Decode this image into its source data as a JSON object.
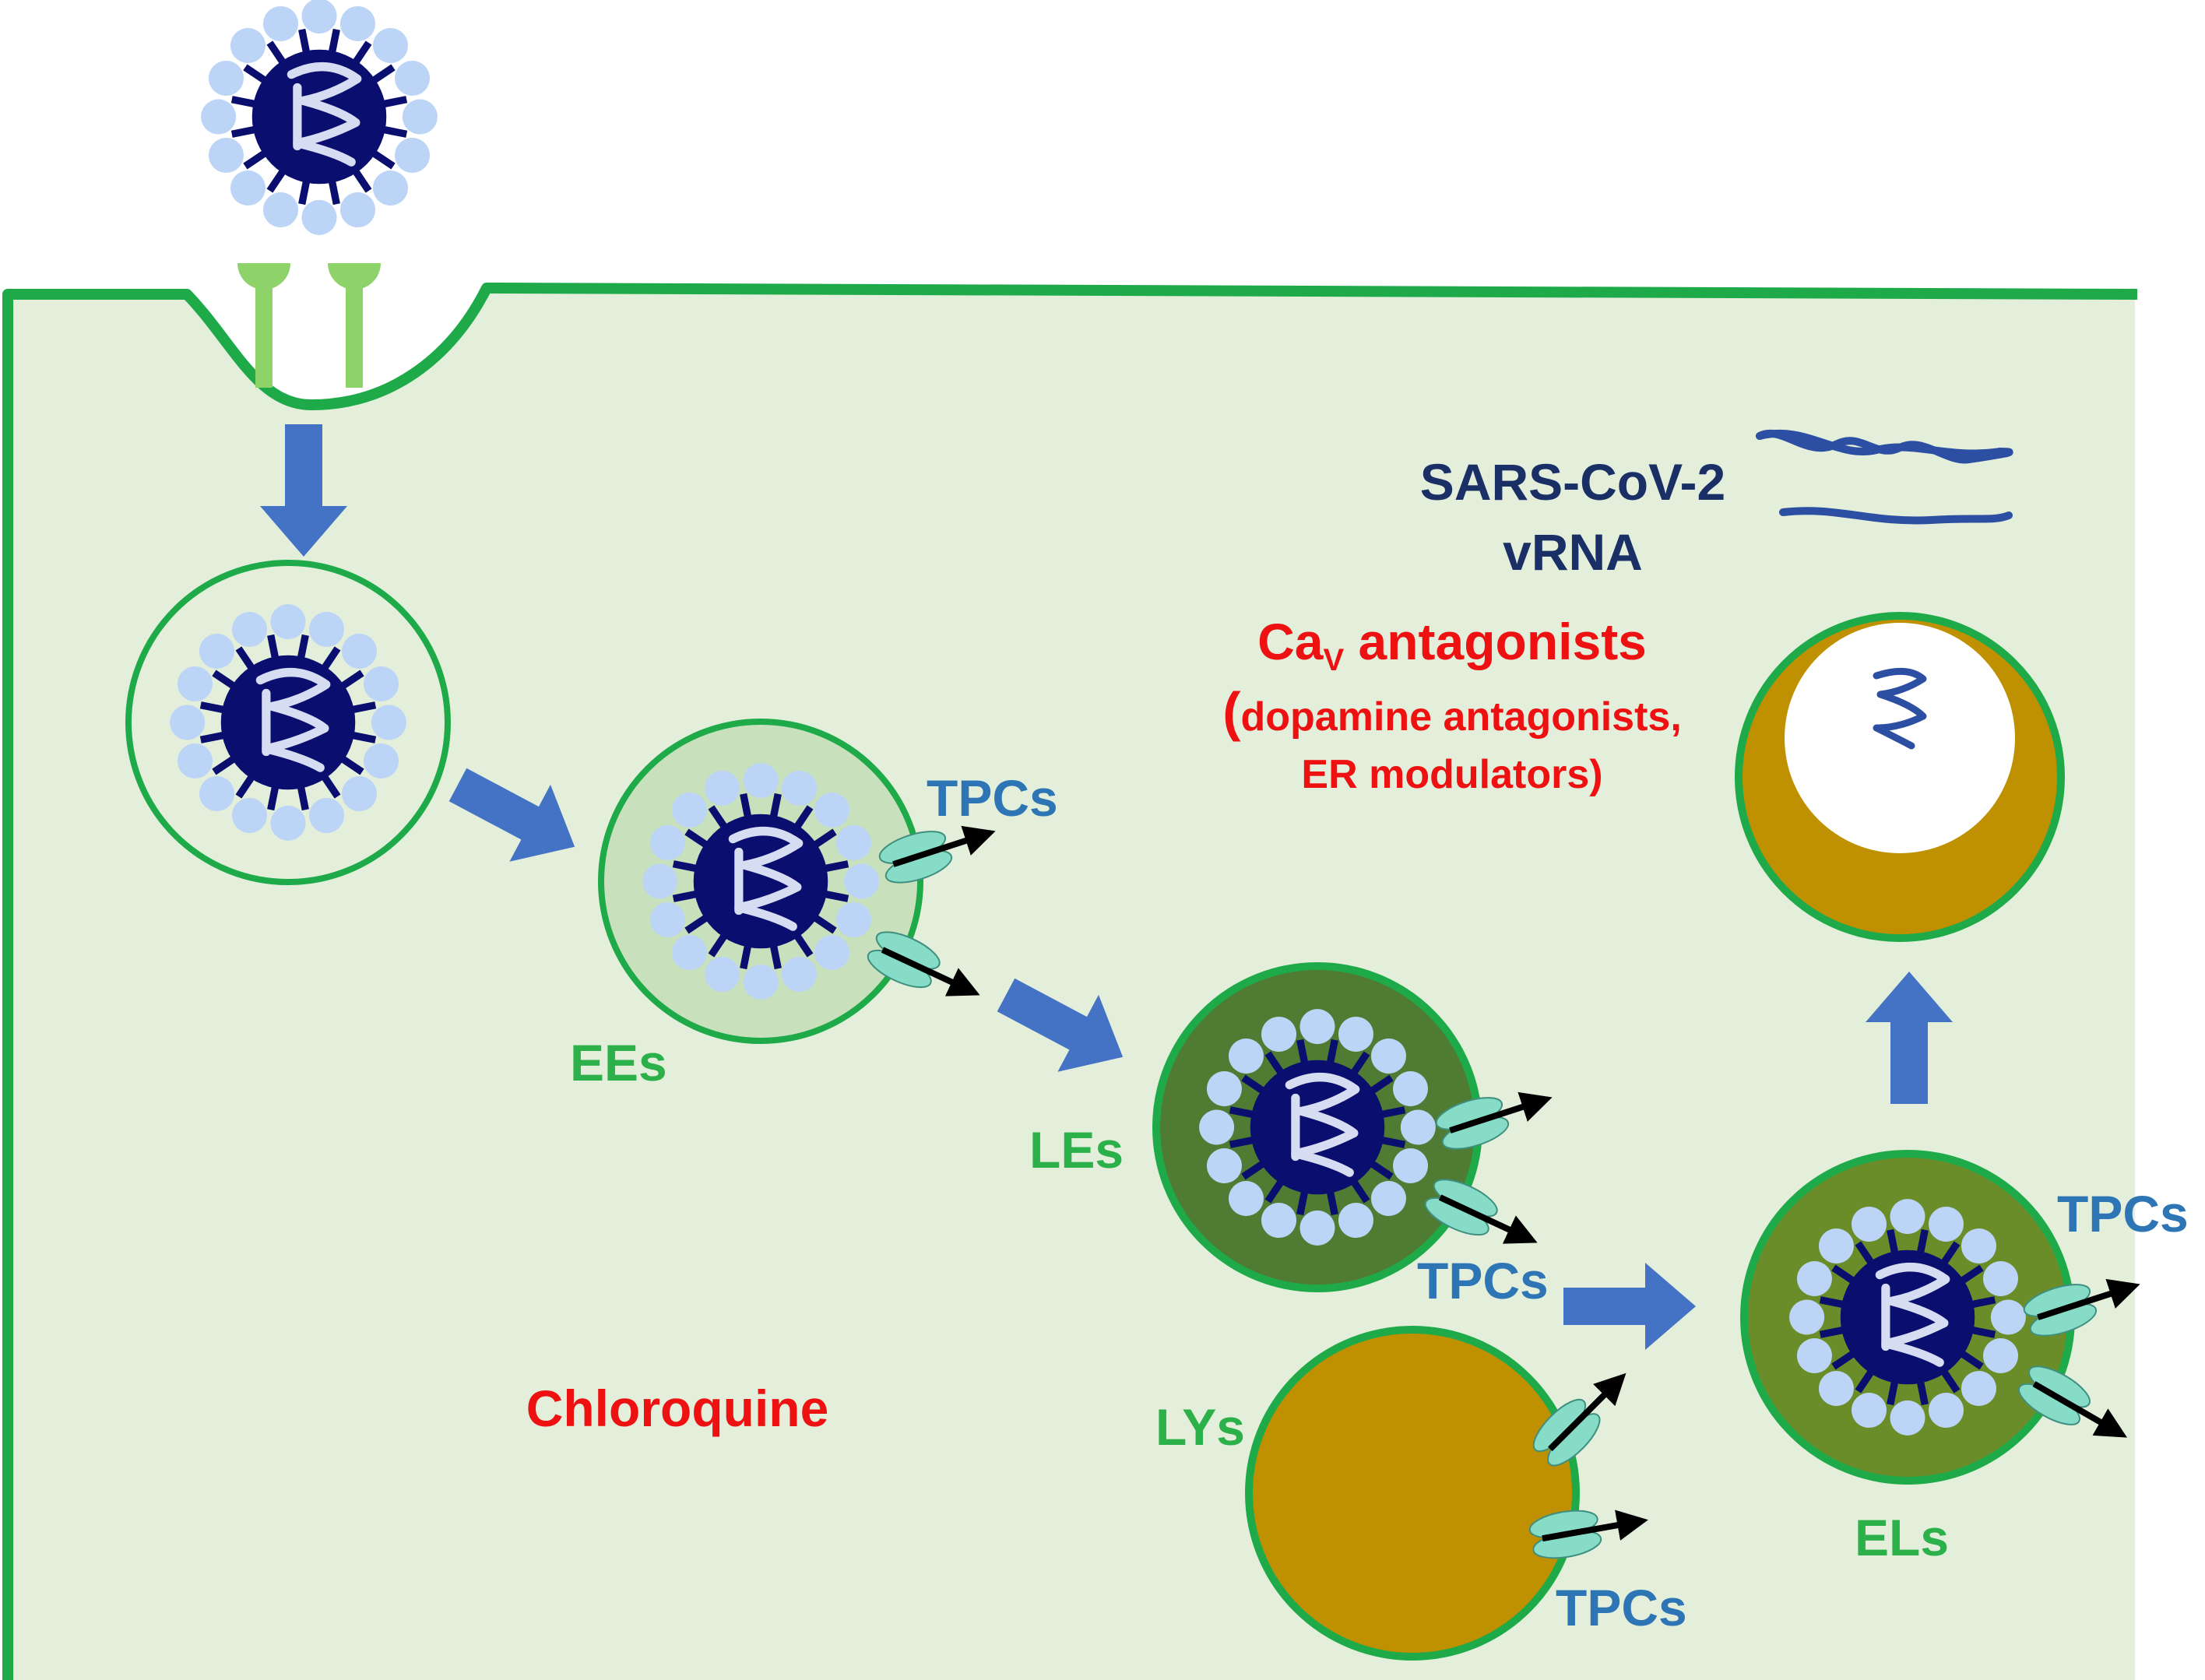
{
  "colors": {
    "cell_fill": "#e3efdb",
    "membrane": "#1faa4a",
    "virus_core": "#0a0e6e",
    "spike_bulb": "#bcd4f6",
    "receptor": "#8dd36a",
    "arrow": "#4472c4",
    "lysosome": "#bf9000",
    "late_endosome": "#4f7b33",
    "endolysosome": "#6b8d29",
    "early_endosome": "#c9e0bd",
    "tpc_channel": "#86dcc6",
    "vrna": "#2d4fa3",
    "label_green": "#2bb04a",
    "label_blue": "#2e75b6",
    "label_navy": "#1a2f66",
    "label_red": "#ee1111"
  },
  "labels": {
    "ees": "EEs",
    "les": "LEs",
    "lys": "LYs",
    "els": "ELs",
    "tpcs_ee": "TPCs",
    "tpcs_le": "TPCs",
    "tpcs_ly": "TPCs",
    "tpcs_el": "TPCs",
    "sars_line1": "SARS-CoV-2",
    "sars_line2": "vRNA",
    "cav_main": "Ca",
    "cav_sub": "V",
    "cav_rest": " antagonists",
    "paren_open": "(",
    "drugs_line1": "dopamine antagonists,",
    "drugs_line2": "ER modulators)",
    "chloroquine": "Chloroquine"
  },
  "icons": [
    "virus-icon",
    "receptor-icon",
    "arrow-icon",
    "tpc-channel-icon",
    "vrna-strand-icon"
  ]
}
